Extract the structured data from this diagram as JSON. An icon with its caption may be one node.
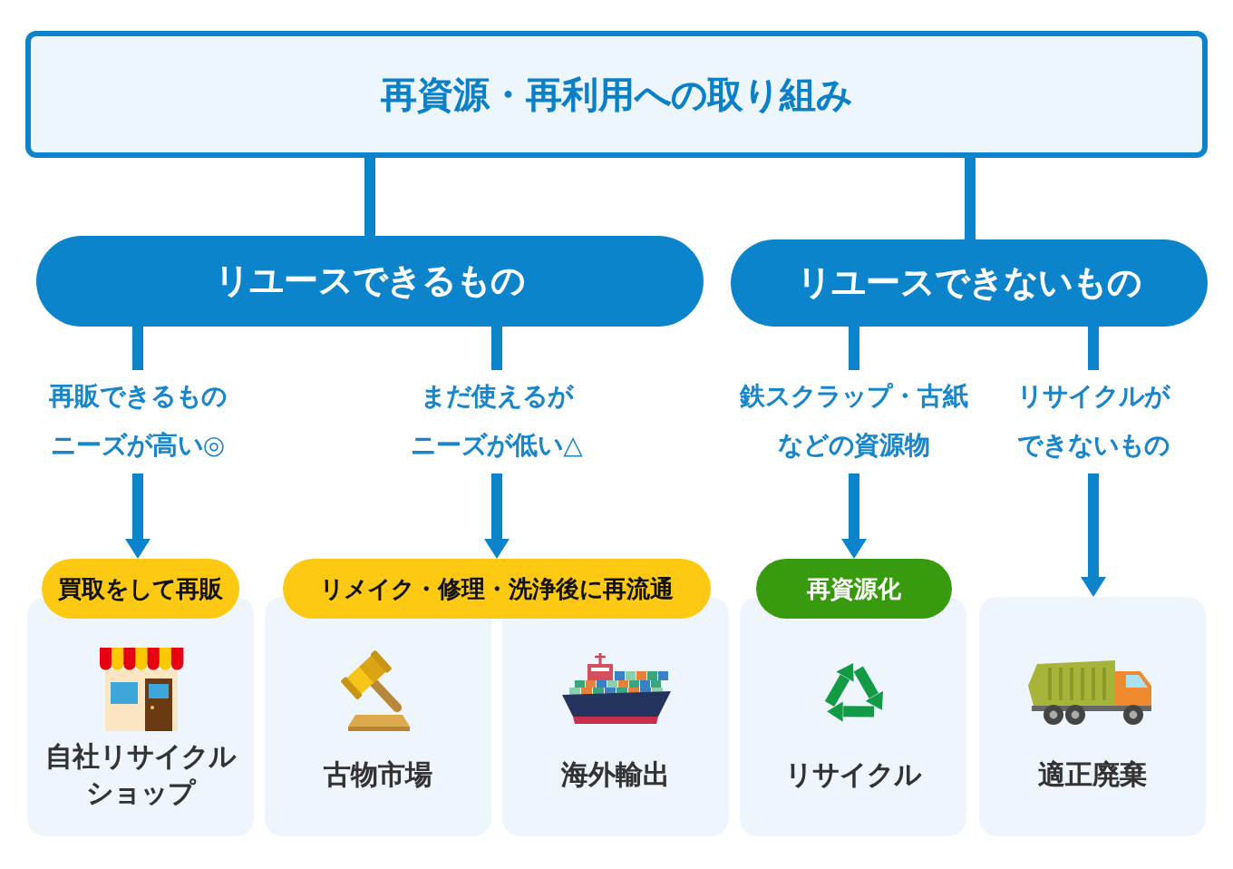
{
  "diagram": {
    "nodes": [
      {
        "text": [
          "再資源・再利用への取り組み"
        ]
      },
      {
        "text": [
          "リユースできるもの"
        ]
      },
      {
        "text": [
          "リユースできないもの"
        ]
      },
      {
        "text": [
          "買取をして再販"
        ]
      },
      {
        "text": [
          "自社リサイクルショップ"
        ]
      },
      {
        "text": [
          "リメイク・修理・洗浄後に再流通"
        ]
      },
      {
        "text": [
          "古物市場"
        ]
      },
      {
        "text": [
          "海外輸出"
        ]
      },
      {
        "text": [
          "再資源化"
        ]
      },
      {
        "text": [
          "リサイクル"
        ]
      },
      {
        "text": [
          "適正廃棄"
        ]
      }
    ],
    "edges": [
      {
        "from": 0,
        "to": 1,
        "arrow": "none"
      },
      {
        "from": 0,
        "to": 2,
        "arrow": "none"
      },
      {
        "from": 1,
        "to": 3,
        "arrow": "to",
        "label": "再販できるものニーズが高い◎"
      },
      {
        "from": 1,
        "to": 5,
        "arrow": "to",
        "label": "まだ使えるがニーズが低い△"
      },
      {
        "from": 2,
        "to": 8,
        "arrow": "to",
        "label": "鉄スクラップ・古紙などの資源物"
      },
      {
        "from": 2,
        "to": 10,
        "arrow": "to",
        "label": "リサイクルができないもの"
      }
    ]
  }
}
